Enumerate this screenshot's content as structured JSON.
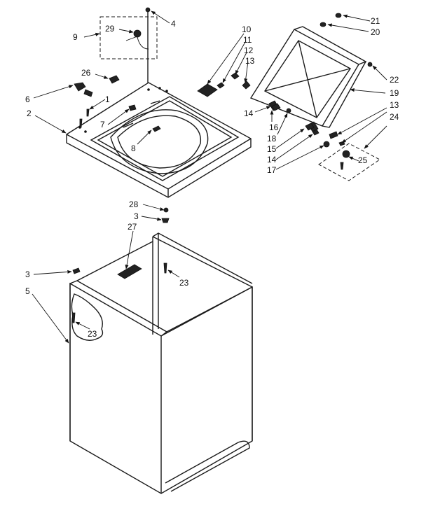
{
  "callouts": {
    "c21": "21",
    "c20": "20",
    "c4": "4",
    "c10": "10",
    "c11": "11",
    "c12": "12",
    "c13a": "13",
    "c9": "9",
    "c29": "29",
    "c26": "26",
    "c6": "6",
    "c1": "1",
    "c2": "2",
    "c7": "7",
    "c8": "8",
    "c14a": "14",
    "c16": "16",
    "c18": "18",
    "c15": "15",
    "c14b": "14",
    "c17": "17",
    "c22": "22",
    "c19": "19",
    "c13b": "13",
    "c24": "24",
    "c25": "25",
    "c28": "28",
    "c3a": "3",
    "c27": "27",
    "c23a": "23",
    "c3b": "3",
    "c5": "5",
    "c23b": "23"
  }
}
